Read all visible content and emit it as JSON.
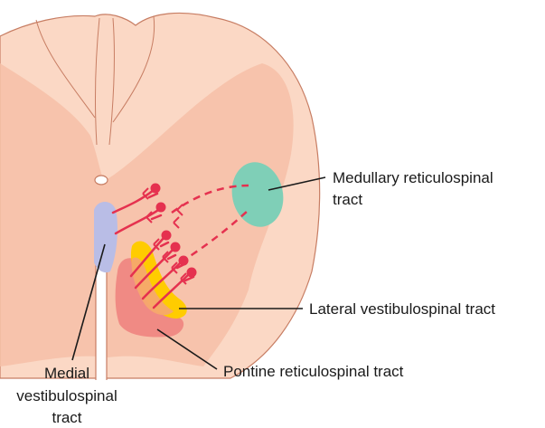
{
  "labels": {
    "medullary": {
      "line1": "Medullary reticulospinal",
      "line2": "tract"
    },
    "lateral_vestibulospinal": "Lateral vestibulospinal tract",
    "pontine": "Pontine reticulospinal tract",
    "medial_vestibulospinal": {
      "line1": "Medial",
      "line2": "vestibulospinal",
      "line3": "tract"
    }
  },
  "colors": {
    "white_matter": "#fbd8c5",
    "gray_matter": "#f6bfa7",
    "outline": "#c77d63",
    "medullary_tract": "#7fcfb7",
    "lateral_vestibulospinal_tract": "#ffcc00",
    "pontine_tract": "#f08a84",
    "medial_vestibulospinal_tract": "#b9bde6",
    "neuron": "#e5314f",
    "leader_line": "#1a1a1a"
  }
}
